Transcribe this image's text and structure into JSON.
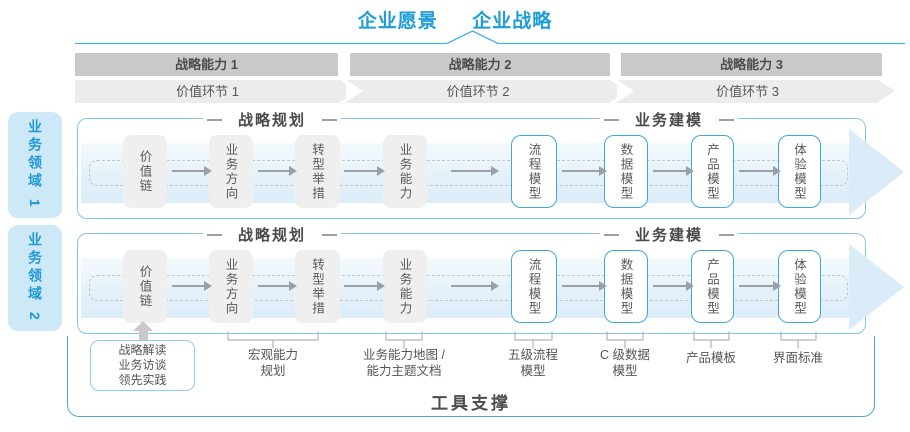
{
  "title": {
    "vision": "企业愿景",
    "strategy": "企业战略"
  },
  "capability_bands": [
    "战略能力 1",
    "战略能力 2",
    "战略能力 3"
  ],
  "value_links": [
    "价值环节 1",
    "价值环节 2",
    "价值环节 3"
  ],
  "domains": [
    "业务领域 1",
    "业务领域 2"
  ],
  "rows": [
    {
      "planning_header": "战略规划",
      "modeling_header": "业务建模",
      "boxes": [
        "价值链",
        "业务方向",
        "转型举措",
        "业务能力",
        "流程模型",
        "数据模型",
        "产品模型",
        "体验模型"
      ]
    },
    {
      "planning_header": "战略规划",
      "modeling_header": "业务建模",
      "boxes": [
        "价值链",
        "业务方向",
        "转型举措",
        "业务能力",
        "流程模型",
        "数据模型",
        "产品模型",
        "体验模型"
      ]
    }
  ],
  "annotations": {
    "practice_box": "战略解读\n业务访谈\n领先实践",
    "macro_capability_planning": "宏观能力\n规划",
    "capability_map_docs": "业务能力地图 /\n能力主题文档",
    "five_level_process_model": "五级流程\n模型",
    "c_level_data_model": "C 级数据\n模型",
    "product_template": "产品模板",
    "ui_standard": "界面标准"
  },
  "footer": {
    "tool_support": "工具支撑"
  },
  "colors": {
    "accent_blue": "#1e9dd8",
    "box_border_blue": "#3fa9dc",
    "container_border_blue": "#85c6e8",
    "tool_border_blue": "#4aa8d8",
    "band_gray": "#c9c9c9",
    "chevron_gray": "#ececec",
    "flow_band_blue": "#dcedf9",
    "domain_label_bg": "#cde9f7",
    "text_dark": "#4a4a4a"
  }
}
